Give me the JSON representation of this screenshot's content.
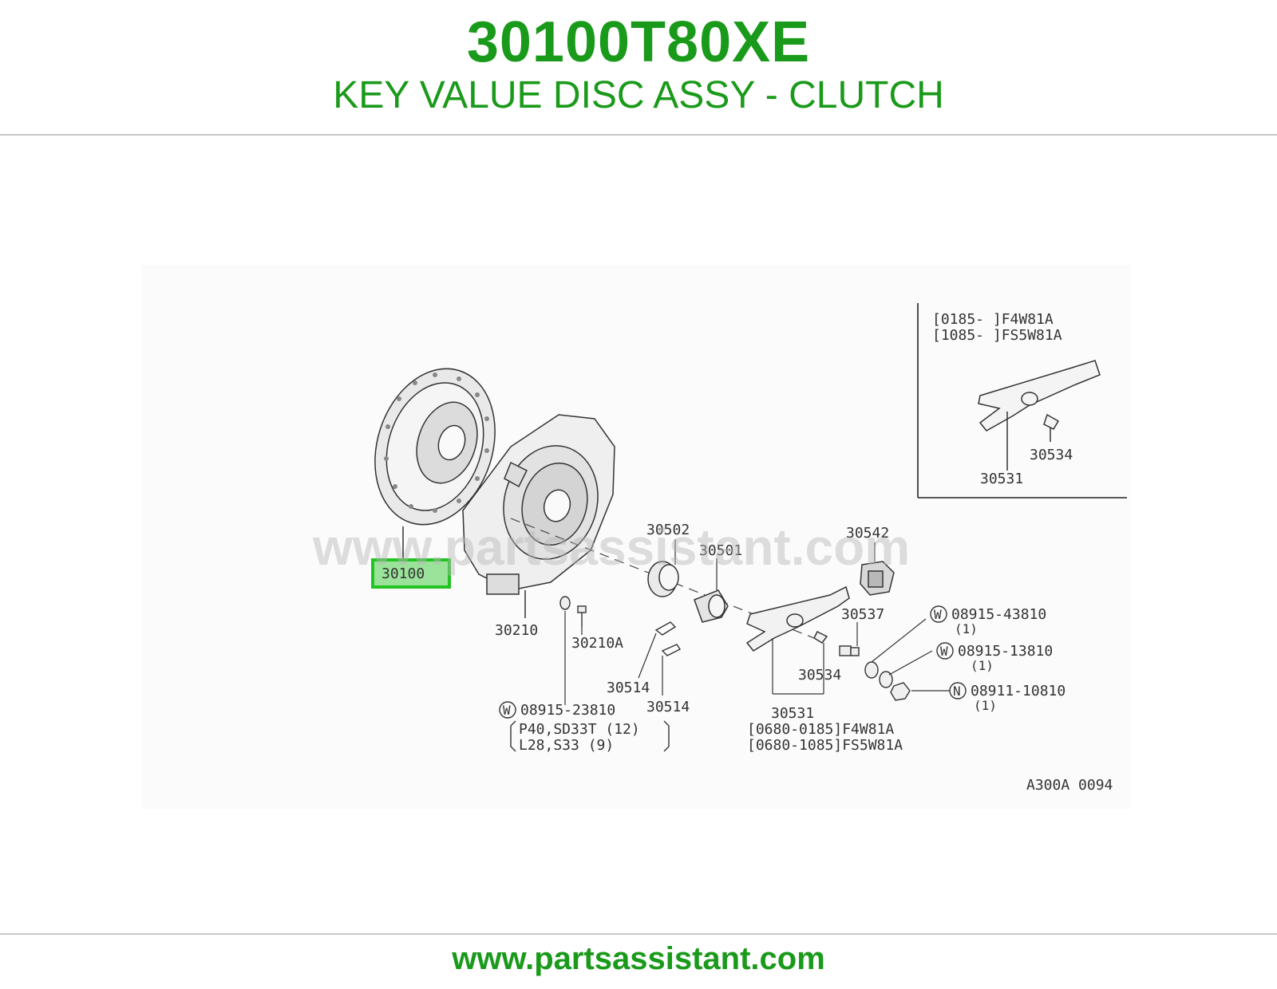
{
  "header": {
    "part_number": "30100T80XE",
    "part_name": "KEY VALUE DISC ASSY - CLUTCH"
  },
  "diagram": {
    "highlighted_callout": "30100",
    "diagram_code": "A300A 0094",
    "watermark": "www.partsassistant.com",
    "inset": {
      "line1": "[0185-   ]F4W81A",
      "line2": "[1085-   ]FS5W81A",
      "callouts": [
        "30534",
        "30531"
      ]
    },
    "callouts": {
      "c30210": "30210",
      "c30210a": "30210A",
      "c30502": "30502",
      "c30501": "30501",
      "c30542": "30542",
      "c30537": "30537",
      "c30514a": "30514",
      "c30514b": "30514",
      "c30534": "30534",
      "c30531": "30531",
      "bolt_ref": "08915-23810",
      "bolt_note1": "P40,SD33T (12)",
      "bolt_note2": "L28,S33 (9)",
      "washer1_ref": "08915-43810",
      "washer1_qty": "(1)",
      "washer2_ref": "08915-13810",
      "washer2_qty": "(1)",
      "nut_ref": "08911-10810",
      "nut_qty": "(1)",
      "range1": "[0680-0185]F4W81A",
      "range2": "[0680-1085]FS5W81A"
    },
    "symbols": {
      "washer": "W",
      "nut": "N"
    }
  },
  "footer": {
    "site_link": "www.partsassistant.com"
  },
  "colors": {
    "brand_green": "#1a9a1a",
    "highlight_fill": "#9be39b",
    "highlight_border": "#22c422"
  }
}
